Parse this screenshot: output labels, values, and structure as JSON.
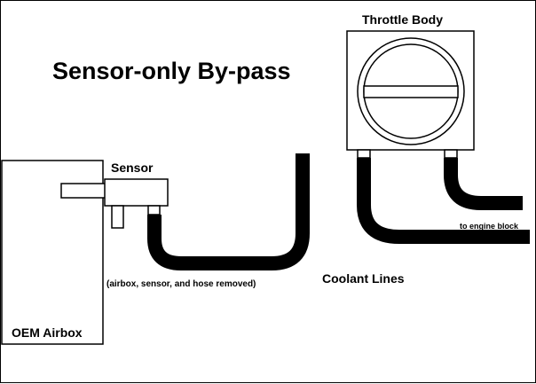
{
  "diagram": {
    "title": "Sensor-only By-pass",
    "labels": {
      "throttle_body": "Throttle Body",
      "sensor": "Sensor",
      "removed_note": "(airbox, sensor, and hose removed)",
      "coolant_lines": "Coolant Lines",
      "engine_block": "to engine block",
      "oem_airbox": "OEM Airbox"
    },
    "colors": {
      "line": "#000000",
      "background": "#ffffff"
    }
  }
}
